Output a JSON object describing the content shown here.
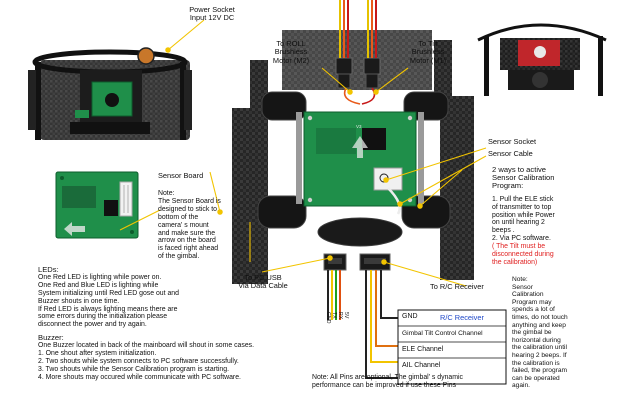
{
  "labels": {
    "power_socket": [
      "Power Socket",
      "Input 12V DC"
    ],
    "roll_motor": [
      "To ROLL",
      "Brushless",
      "Motor (M2)"
    ],
    "tilt_motor": [
      "To Tilt",
      "Brushless",
      "Motor (M1)"
    ],
    "sensor_socket": "Sensor Socket",
    "sensor_cable": "Sensor Cable",
    "sensor_board": "Sensor Board",
    "pc_usb": [
      "To PC USB",
      "Via Data Cable"
    ],
    "rc_receiver": "To R/C Receiver",
    "board_silk": "V3"
  },
  "sensor_note": {
    "title": "Note:",
    "lines": [
      "The Sensor Board is",
      "designed to stick to",
      "bottom of  the",
      "camera' s mount",
      "and make sure the",
      "arrow on the board",
      "is faced right ahead",
      "of  the gimbal."
    ]
  },
  "calibration": {
    "title": [
      "2 ways to active",
      "Sensor Calibration",
      "Program:"
    ],
    "step1": [
      "1. Pull the ELE stick",
      "of transmitter to top",
      "position while Power",
      "on until hearing 2",
      "beeps ."
    ],
    "step2": "2. Via PC software.",
    "warning": [
      "( The Tilt must be",
      "disconnected during",
      "the calibration)"
    ]
  },
  "calibration_note": {
    "title": "Note:",
    "lines": [
      "Sensor",
      "Calibration",
      "Program may",
      "spends a lot of",
      "times, do not touch",
      "anything and keep",
      "the gimbal be",
      "horizontal during",
      "the calibration until",
      "hearing 2 beeps. If",
      "the calibration is",
      "failed, the program",
      "can be operated",
      "again."
    ]
  },
  "leds": {
    "title": "LEDs:",
    "lines": [
      "One Red LED is lighting while power on.",
      "One Red and Blue LED is lighting while",
      "System initializing until Red LED gose out and",
      "Buzzer shouts in one time.",
      "If Red LED is always lighting means there are",
      "some errors during the initialization please",
      "disconnect the power and try again."
    ]
  },
  "buzzer": {
    "title": "Buzzer:",
    "lines": [
      "One Buzzer located in back of the mainboard will shout in some cases.",
      "1. One shout after system initialization.",
      "2. Two shouts while system connects to PC software successfully.",
      "3. Two shouts while the Sensor Calibration program is starting.",
      "4. More shouts may occured while communicate with PC software."
    ]
  },
  "usb_pins": [
    "GND",
    "TX",
    "RX",
    "5V"
  ],
  "rc": {
    "gnd": "GND",
    "receiver": "R/C Receiver",
    "gimbal_tilt": "Gimbal Tilt Control Channel",
    "ele": "ELE Channel",
    "ail": "AIL Channel"
  },
  "footer": [
    "Note: All Pins are optional, The gimbal' s dynamic",
    "performance can be improved if use these Pins"
  ],
  "colors": {
    "pcb_green": "#1f8f4a",
    "carbon": "#2a2a2a",
    "rc_blue": "#1f48c8",
    "warning_red": "#e02020",
    "leader_yellow": "#f2c400"
  }
}
